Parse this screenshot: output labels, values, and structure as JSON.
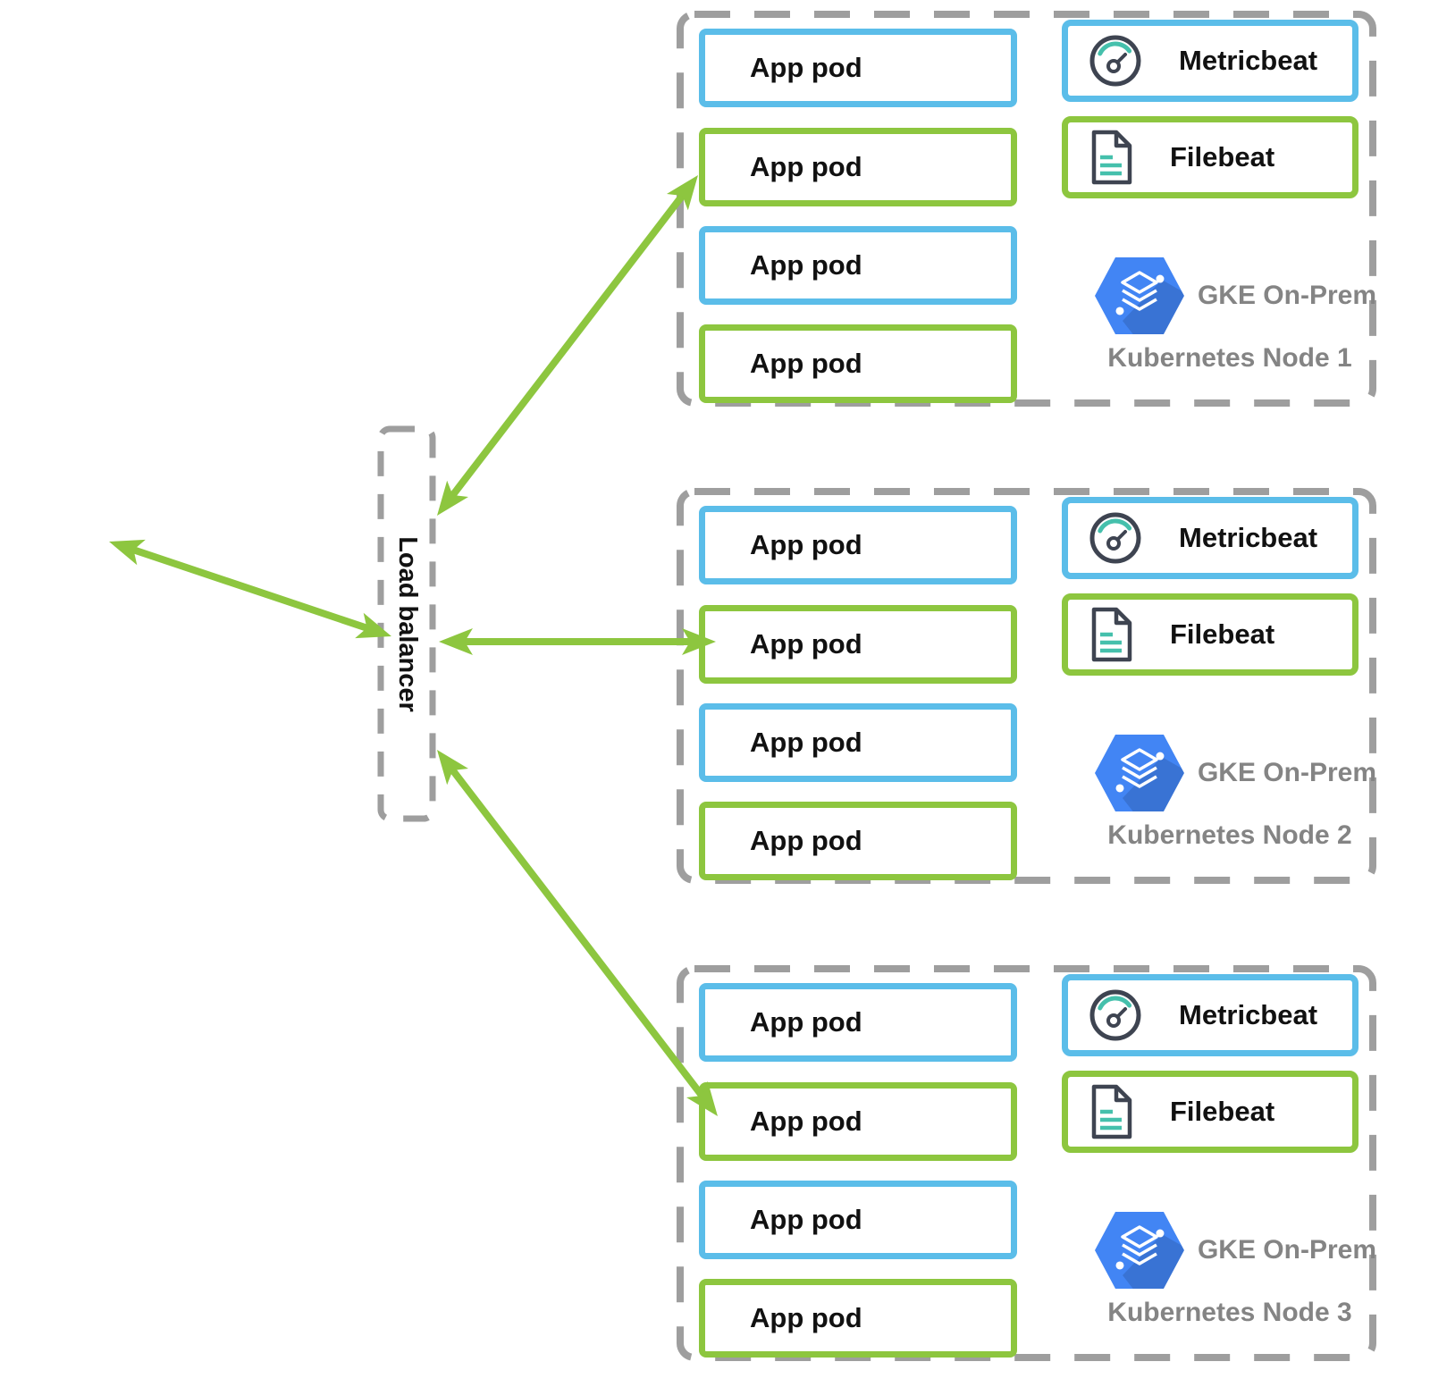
{
  "colors": {
    "green": "#8DC63F",
    "blue": "#5BBDE9",
    "dash-gray": "#9E9E9E",
    "icon-dark": "#3E4451",
    "teal": "#45C0AC",
    "gke-blue": "#4285F4",
    "label-gray": "#848484",
    "text-dark": "#111111"
  },
  "load_balancer": {
    "label": "Load balancer"
  },
  "nodes": [
    {
      "pods": [
        "App pod",
        "App pod",
        "App pod",
        "App pod"
      ],
      "metricbeat_label": "Metricbeat",
      "filebeat_label": "Filebeat",
      "gke_label": "GKE On-Prem",
      "node_label": "Kubernetes Node 1"
    },
    {
      "pods": [
        "App pod",
        "App pod",
        "App pod",
        "App pod"
      ],
      "metricbeat_label": "Metricbeat",
      "filebeat_label": "Filebeat",
      "gke_label": "GKE On-Prem",
      "node_label": "Kubernetes Node 2"
    },
    {
      "pods": [
        "App pod",
        "App pod",
        "App pod",
        "App pod"
      ],
      "metricbeat_label": "Metricbeat",
      "filebeat_label": "Filebeat",
      "gke_label": "GKE On-Prem",
      "node_label": "Kubernetes Node 3"
    }
  ]
}
